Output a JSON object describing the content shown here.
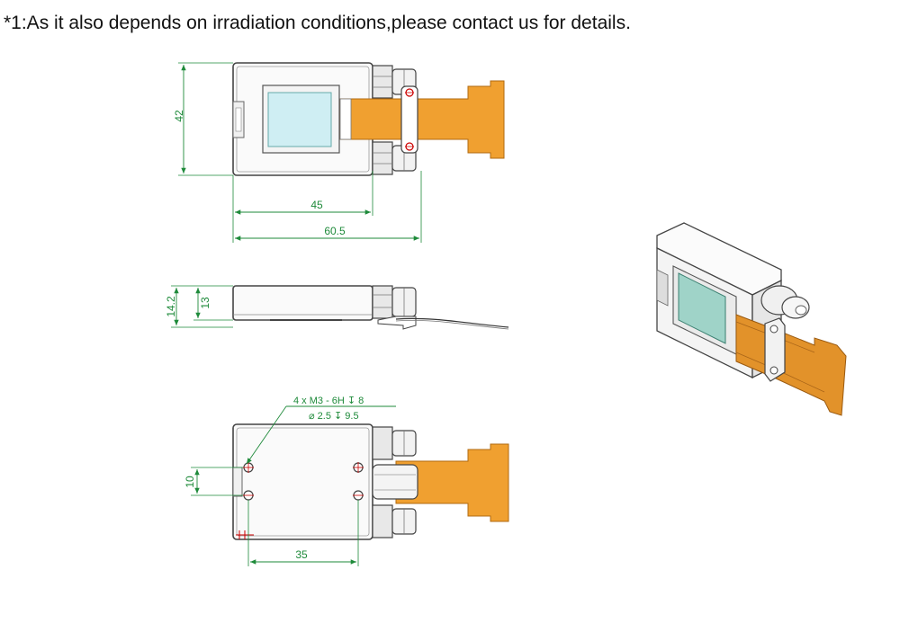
{
  "note": "*1:As it also depends on irradiation conditions,please contact us for details.",
  "dimensions": {
    "height_top": "42",
    "width_inner": "45",
    "width_total": "60.5",
    "thickness_total": "14.2",
    "thickness_body": "13",
    "hole_spacing_vertical": "10",
    "hole_spacing_horizontal": "35"
  },
  "hole_callout": {
    "line1": "4 x  M3 - 6H ↧ 8",
    "line2": "⌀ 2.5 ↧ 9.5"
  },
  "colors": {
    "dimension": "#1e8a3a",
    "flex_cable": "#f0a030",
    "window": "#cfeef3",
    "outline": "#444444",
    "hole_marker": "#cc0000"
  }
}
